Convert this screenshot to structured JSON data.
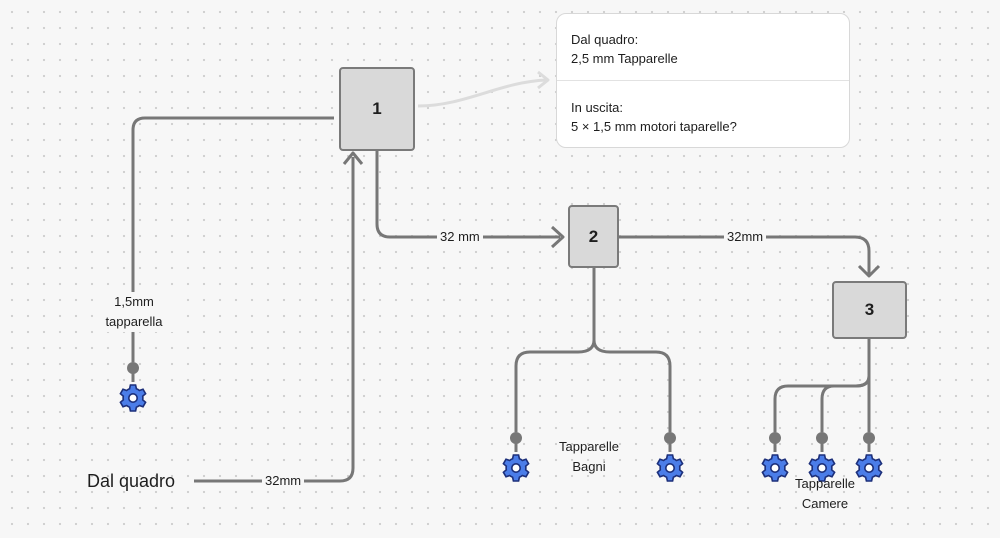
{
  "nodes": {
    "n1": "1",
    "n2": "2",
    "n3": "3"
  },
  "source": {
    "label": "Dal quadro"
  },
  "edges": {
    "e_source": "32mm",
    "e_1_2": "32  mm",
    "e_2_3": "32mm"
  },
  "side_branch": {
    "line1": "1,5mm",
    "line2": "tapparella"
  },
  "groups": {
    "bagni": {
      "line1": "Tapparelle",
      "line2": "Bagni"
    },
    "camere": {
      "line1": "Tapparelle",
      "line2": "Camere"
    }
  },
  "card": {
    "in_label": "Dal quadro:",
    "in_value": "2,5 mm Tapparelle",
    "out_label": "In uscita:",
    "out_value": "5 × 1,5 mm motori taparelle?"
  },
  "icons": {
    "motor": "gear-icon",
    "endpoint": "connector-dot"
  },
  "colors": {
    "line": "#777777",
    "faint_line": "#dcdcdc",
    "node_fill": "#d9d9d9",
    "node_border": "#7a7a7a",
    "gear": "#4b7de8",
    "gear_outline": "#1c2f7a"
  }
}
